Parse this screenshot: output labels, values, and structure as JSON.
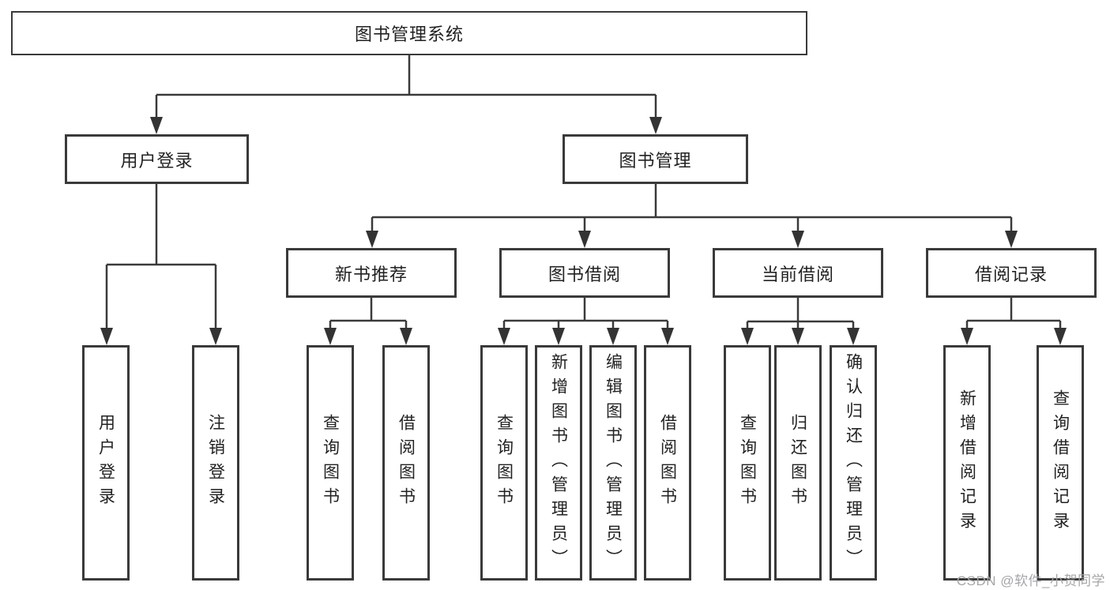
{
  "nodes": {
    "root": "图书管理系统",
    "user_login_group": "用户登录",
    "book_mgmt_group": "图书管理",
    "new_book_rec": "新书推荐",
    "book_borrow": "图书借阅",
    "current_borrow": "当前借阅",
    "borrow_records": "借阅记录",
    "user_login": "用户登录",
    "logout": "注销登录",
    "query_books_rec": "查询图书",
    "borrow_books_rec": "借阅图书",
    "query_books_borrow": "查询图书",
    "add_books_admin": "新增图书（管理员）",
    "edit_books_admin": "编辑图书（管理员）",
    "borrow_books_borrow": "借阅图书",
    "query_books_current": "查询图书",
    "return_books": "归还图书",
    "confirm_return_admin": "确认归还（管理员）",
    "add_borrow_record": "新增借阅记录",
    "query_borrow_record": "查询借阅记录"
  },
  "watermark": "CSDN @软件_小贺同学",
  "colors": {
    "line": "#3a3a3a",
    "arrow": "#333333",
    "text": "#222222",
    "watermark": "#a6a6aa",
    "background": "#ffffff"
  }
}
